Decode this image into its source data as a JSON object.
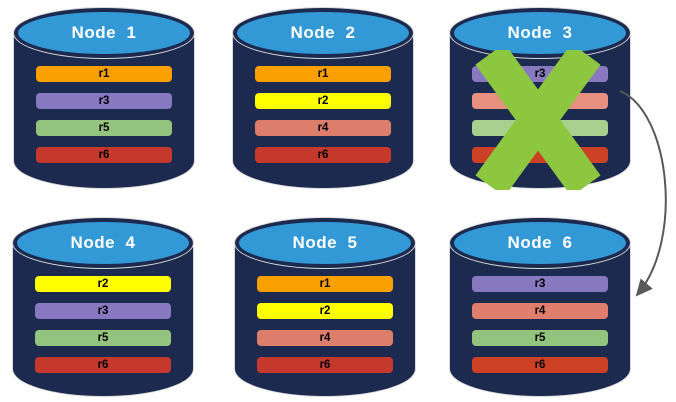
{
  "nodes": [
    {
      "name": "Node  1",
      "replicas": [
        {
          "label": "r1",
          "color": "#F9A000"
        },
        {
          "label": "r3",
          "color": "#8878C0"
        },
        {
          "label": "r5",
          "color": "#93C47D"
        },
        {
          "label": "r6",
          "color": "#C4392B"
        }
      ]
    },
    {
      "name": "Node  2",
      "replicas": [
        {
          "label": "r1",
          "color": "#F9A000"
        },
        {
          "label": "r2",
          "color": "#FEFE00"
        },
        {
          "label": "r4",
          "color": "#DC7E6B"
        },
        {
          "label": "r6",
          "color": "#C4392B"
        }
      ]
    },
    {
      "name": "Node  3",
      "failed": true,
      "replicas": [
        {
          "label": "r3",
          "color": "#8878C0"
        },
        {
          "label": "",
          "color": "#E8907F"
        },
        {
          "label": "",
          "color": "#A9D08E"
        },
        {
          "label": "",
          "color": "#CC4125"
        }
      ]
    },
    {
      "name": "Node  4",
      "replicas": [
        {
          "label": "r2",
          "color": "#FEFE00"
        },
        {
          "label": "r3",
          "color": "#8878C0"
        },
        {
          "label": "r5",
          "color": "#93C47D"
        },
        {
          "label": "r6",
          "color": "#C4392B"
        }
      ]
    },
    {
      "name": "Node  5",
      "replicas": [
        {
          "label": "r1",
          "color": "#F9A000"
        },
        {
          "label": "r2",
          "color": "#FEFE00"
        },
        {
          "label": "r4",
          "color": "#DC7E6B"
        },
        {
          "label": "r6",
          "color": "#C4392B"
        }
      ]
    },
    {
      "name": "Node  6",
      "replicas": [
        {
          "label": "r3",
          "color": "#8878C0"
        },
        {
          "label": "r4",
          "color": "#DF7E6C"
        },
        {
          "label": "r5",
          "color": "#93C47D"
        },
        {
          "label": "r6",
          "color": "#CC4125"
        }
      ]
    }
  ],
  "annotations": {
    "failure_x": {
      "node": "Node  3",
      "color": "#8DC63F"
    },
    "arrow": {
      "from": "Node  3",
      "to": "Node  6",
      "color": "#595959"
    }
  },
  "colors": {
    "cylinder_body": "#1B2A4E",
    "cylinder_top": "#3399D6",
    "title_text": "#FFFFFF",
    "bar_text": "#000000",
    "background": "#FFFFFF"
  }
}
